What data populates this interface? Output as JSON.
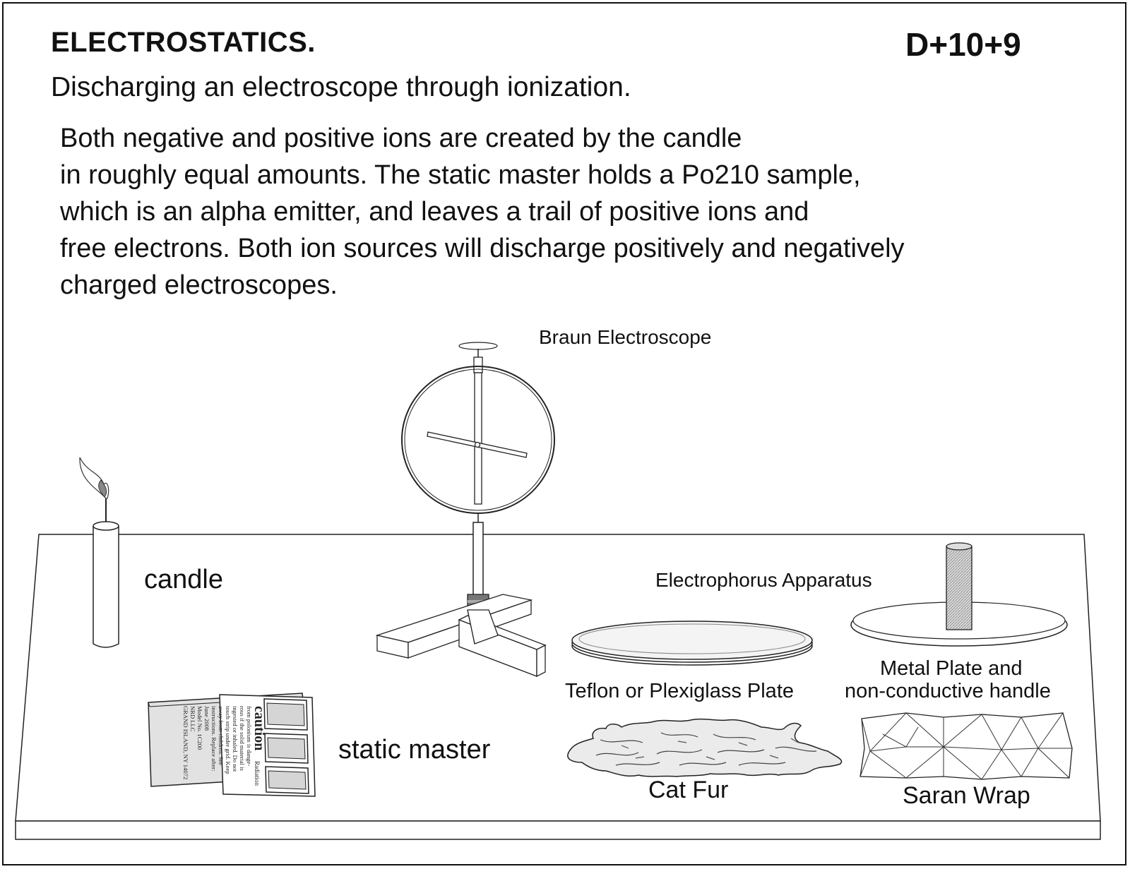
{
  "header": {
    "title": "ELECTROSTATICS.",
    "code": "D+10+9",
    "subtitle": "Discharging an electroscope through ionization."
  },
  "description": {
    "lines": [
      "Both negative and positive ions are created by the candle",
      "in roughly equal amounts. The static master holds a Po210 sample,",
      "which is an alpha emitter, and leaves a trail of positive ions and",
      "free electrons. Both ion sources will discharge  positively and negatively",
      "charged electroscopes."
    ]
  },
  "labels": {
    "electroscope": "Braun Electroscope",
    "candle": "candle",
    "electrophorus": "Electrophorus Apparatus",
    "teflon_plate": "Teflon or Plexiglass Plate",
    "metal_plate_line1": "Metal Plate and",
    "metal_plate_line2": "non-conductive handle",
    "static_master": "static master",
    "cat_fur": "Cat Fur",
    "saran_wrap": "Saran Wrap"
  },
  "static_master_sticker": {
    "heading": "caution",
    "side": "Radiation",
    "lines": [
      "from polonium is dange-",
      "rous if the solid material is",
      "ingested or inhaled. Do not",
      "touch strip under grid. Keep",
      "away from children.  See",
      "instructions.  Replace after:",
      "June 2008",
      "Model No.  1C200",
      "NRD LLC",
      "GRAND ISLAND, NY 14072"
    ]
  }
}
